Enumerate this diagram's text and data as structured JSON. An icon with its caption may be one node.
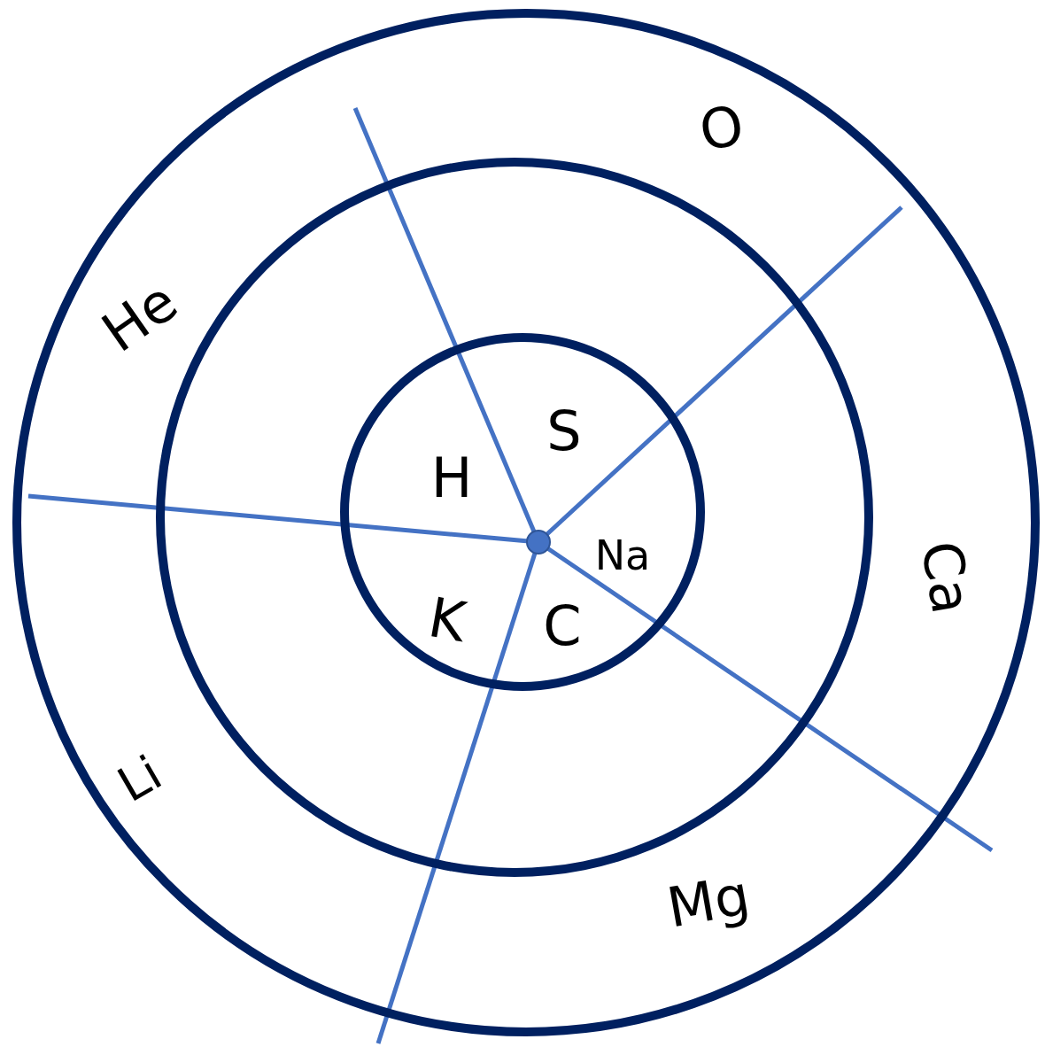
{
  "diagram": {
    "nodes": [
      {
        "text": [
          "O",
          "He",
          "Ca",
          "Li",
          "Mg"
        ]
      },
      {
        "text": [],
        "shape": "circle",
        "in": 0
      },
      {
        "text": [
          "S",
          "H",
          "Na",
          "K",
          "C"
        ],
        "in": 1
      }
    ]
  }
}
